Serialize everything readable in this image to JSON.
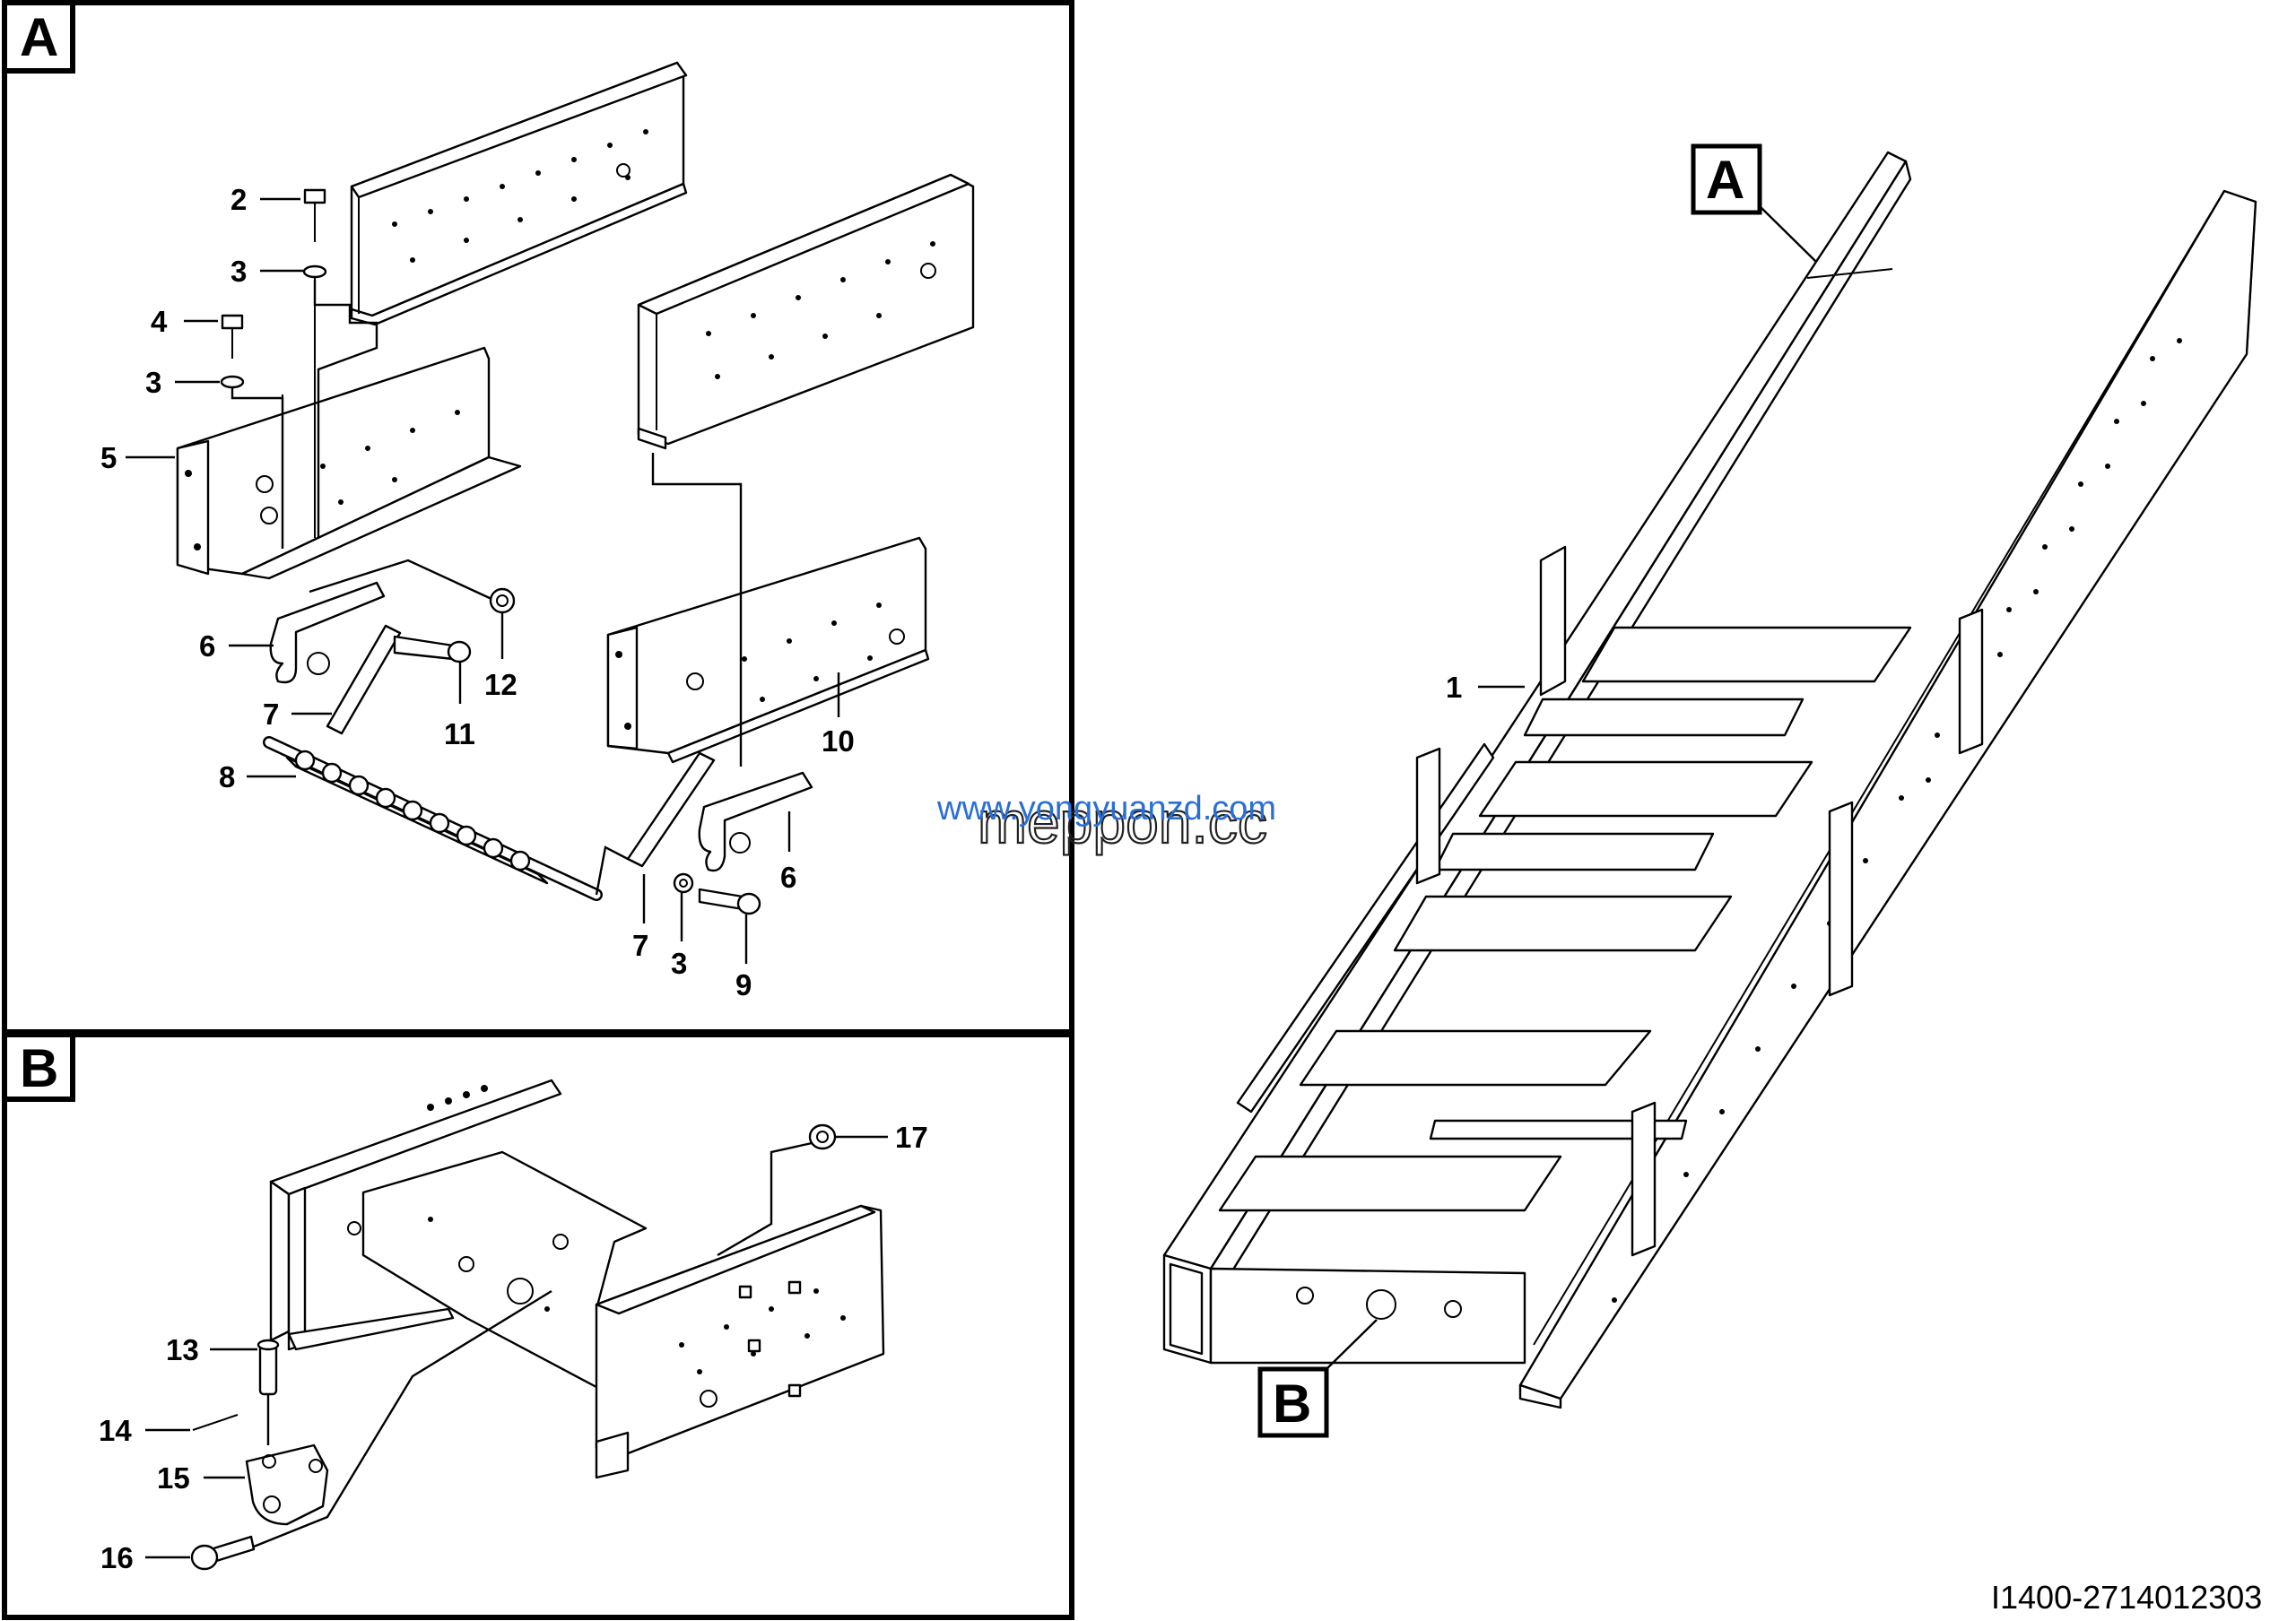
{
  "panels": {
    "A": {
      "label": "A"
    },
    "B": {
      "label": "B"
    }
  },
  "overview": {
    "label_A": "A",
    "label_B": "B",
    "callout_1": "1"
  },
  "callouts_A": {
    "c2": "2",
    "c3a": "3",
    "c4": "4",
    "c3b": "3",
    "c5": "5",
    "c6a": "6",
    "c7a": "7",
    "c8": "8",
    "c11": "11",
    "c12": "12",
    "c10": "10",
    "c6b": "6",
    "c7b": "7",
    "c3c": "3",
    "c9": "9"
  },
  "callouts_B": {
    "c13": "13",
    "c14": "14",
    "c15": "15",
    "c16": "16",
    "c17": "17"
  },
  "watermark": {
    "line1": "www.yongyuanzd.com",
    "line2": "meppon.cc"
  },
  "reference_code": "I1400-2714012303"
}
